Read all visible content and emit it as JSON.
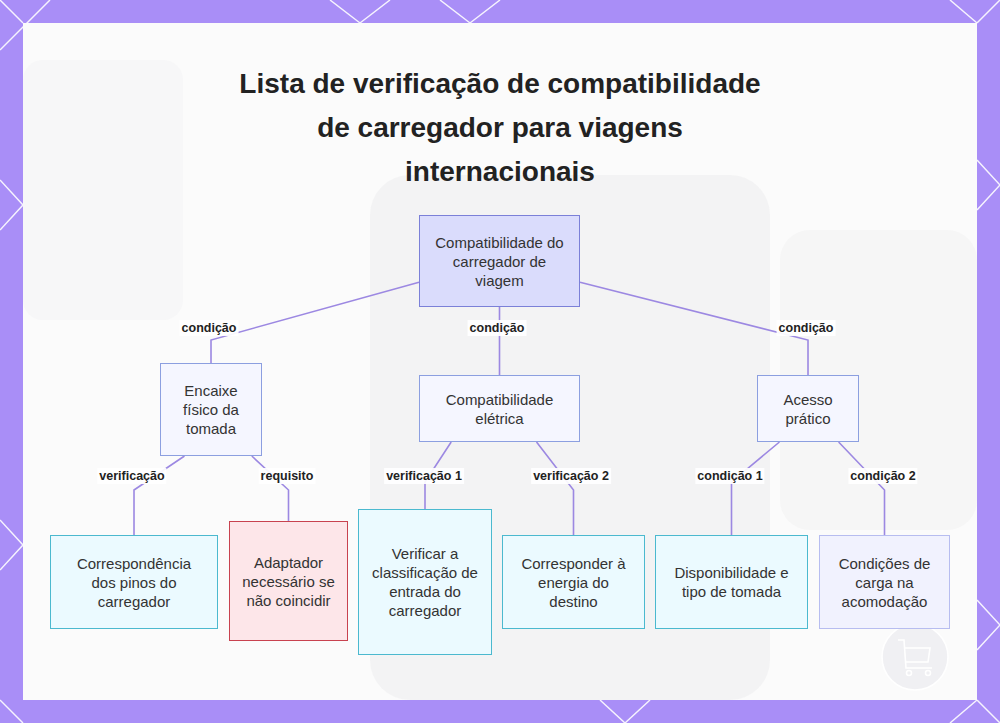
{
  "diagram": {
    "title": "Lista de verificação de compatibilidade de carregador para viagens internacionais",
    "nodes": [
      {
        "text": [
          "Compatibilidade do carregador de viagem"
        ]
      },
      {
        "text": [
          "Encaixe físico da tomada"
        ]
      },
      {
        "text": [
          "Compatibilidade elétrica"
        ]
      },
      {
        "text": [
          "Acesso prático"
        ]
      },
      {
        "text": [
          "Correspondência dos pinos do carregador"
        ]
      },
      {
        "text": [
          "Adaptador necessário se não coincidir"
        ]
      },
      {
        "text": [
          "Verificar a classificação de entrada do carregador"
        ]
      },
      {
        "text": [
          "Corresponder à energia do destino"
        ]
      },
      {
        "text": [
          "Disponibilidade e tipo de tomada"
        ]
      },
      {
        "text": [
          "Condições de carga na acomodação"
        ]
      }
    ],
    "edges": [
      {
        "from": 0,
        "to": 1,
        "label": "condição",
        "arrow": "none"
      },
      {
        "from": 0,
        "to": 2,
        "label": "condição",
        "arrow": "none"
      },
      {
        "from": 0,
        "to": 3,
        "label": "condição",
        "arrow": "none"
      },
      {
        "from": 1,
        "to": 4,
        "label": "verificação",
        "arrow": "none"
      },
      {
        "from": 1,
        "to": 5,
        "label": "requisito",
        "arrow": "none"
      },
      {
        "from": 2,
        "to": 6,
        "label": "verificação 1",
        "arrow": "none"
      },
      {
        "from": 2,
        "to": 7,
        "label": "verificação 2",
        "arrow": "none"
      },
      {
        "from": 3,
        "to": 8,
        "label": "condição 1",
        "arrow": "none"
      },
      {
        "from": 3,
        "to": 9,
        "label": "condição 2",
        "arrow": "none"
      }
    ]
  }
}
